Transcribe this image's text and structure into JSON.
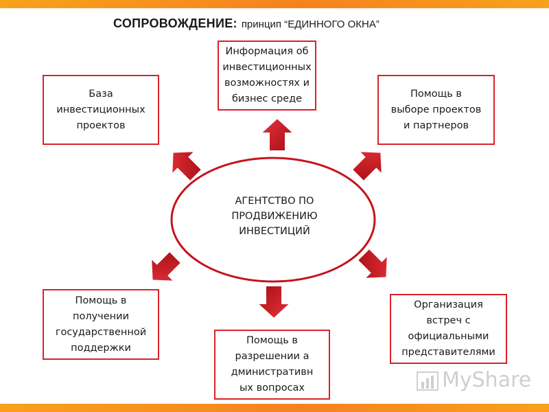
{
  "title": {
    "main": "СОПРОВОЖДЕНИЕ:",
    "sub": "принцип “ЕДИННОГО ОКНА”"
  },
  "center": {
    "text": "АГЕНТСТВО ПО\nПРОДВИЖЕНИЮ\nИНВЕСТИЦИЙ"
  },
  "boxes": {
    "top": "Информация об\nинвестиционных\nвозможностях и\nбизнес среде",
    "top_left": "База\nинвестиционных\nпроектов",
    "top_right": "Помощь в\nвыборе проектов\nи партнеров",
    "bottom_left": "Помощь в\nполучении\nгосударственной\nподдержки",
    "bottom": "Помощь в\nразрешении а\nдминистративн\nых вопросах",
    "bottom_right": "Организация\nвстреч с\nофициальными\nпредставителями"
  },
  "watermark": "MyShare",
  "colors": {
    "accent_red": "#d8212a",
    "arrow_fill": "#c5121b",
    "bar_orange": "#f5821f"
  }
}
